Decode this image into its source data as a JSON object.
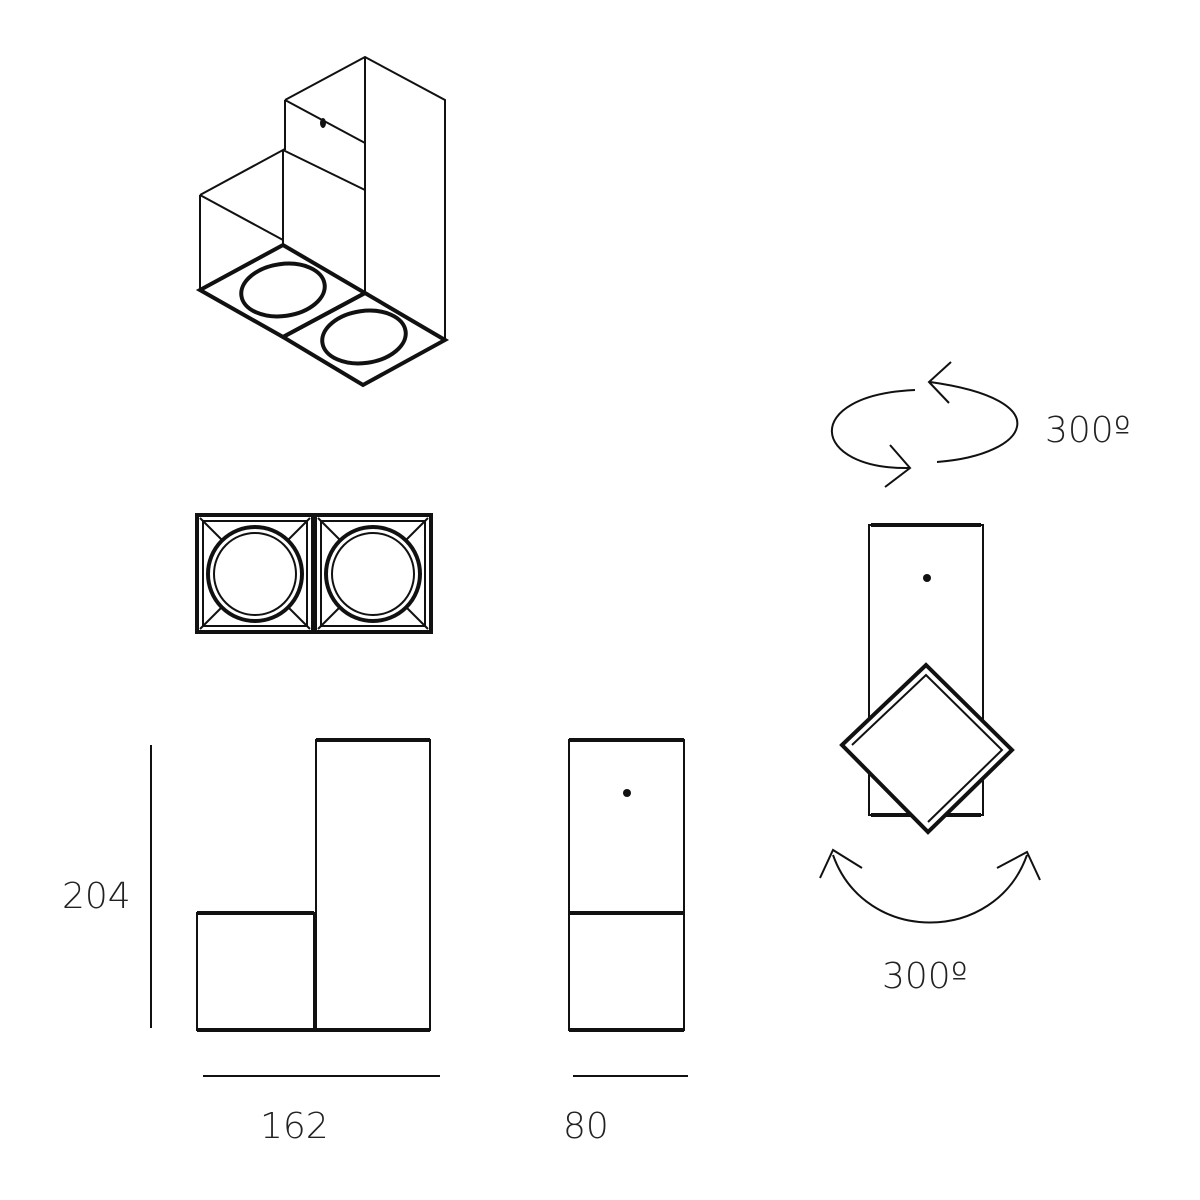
{
  "dimensions": {
    "height": "204",
    "width": "162",
    "depth": "80"
  },
  "rotation": {
    "horizontal": "300º",
    "vertical": "300º"
  },
  "colors": {
    "line": "#111111",
    "background": "#ffffff"
  }
}
